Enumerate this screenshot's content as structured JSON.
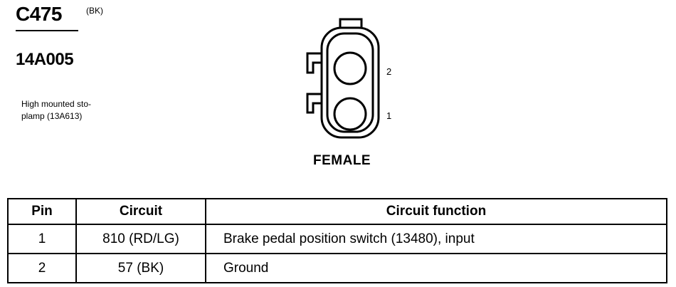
{
  "connector": {
    "id": "C475",
    "color": "(BK)",
    "part_number": "14A005",
    "description_lines": [
      "High mounted sto-",
      "plamp (13A613)"
    ],
    "gender": "FEMALE"
  },
  "diagram": {
    "pin_labels": [
      {
        "pin": "2"
      },
      {
        "pin": "1"
      }
    ]
  },
  "table": {
    "headers": [
      "Pin",
      "Circuit",
      "Circuit function"
    ],
    "rows": [
      {
        "pin": "1",
        "circuit": "810 (RD/LG)",
        "function": "Brake pedal position switch (13480), input"
      },
      {
        "pin": "2",
        "circuit": "57 (BK)",
        "function": "Ground"
      }
    ]
  }
}
